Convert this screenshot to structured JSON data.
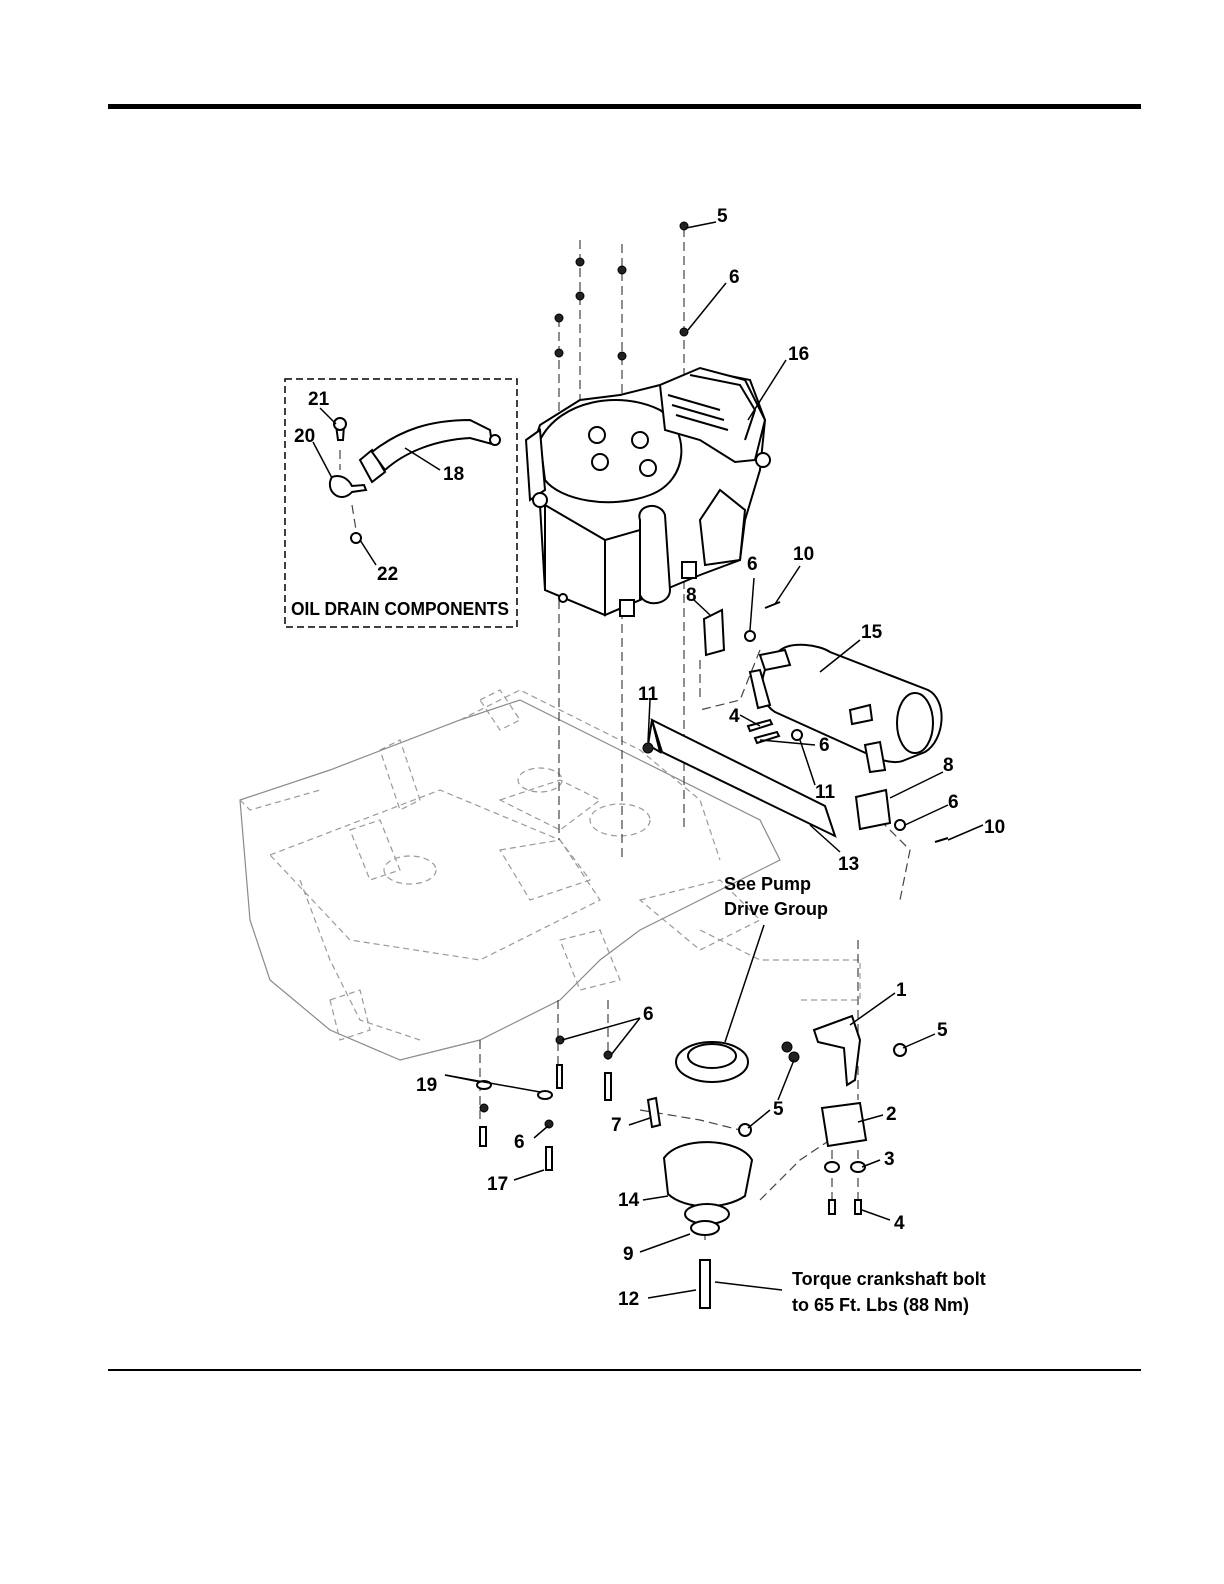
{
  "callouts": {
    "c5a": "5",
    "c6a": "6",
    "c16": "16",
    "c21": "21",
    "c20": "20",
    "c18": "18",
    "c22": "22",
    "c6b": "6",
    "c10a": "10",
    "c8a": "8",
    "c15": "15",
    "c11a": "11",
    "c4a": "4",
    "c6c": "6",
    "c11b": "11",
    "c8b": "8",
    "c6d": "6",
    "c10b": "10",
    "c13": "13",
    "c1": "1",
    "c5b": "5",
    "c6e": "6",
    "c19": "19",
    "c5c": "5",
    "c2": "2",
    "c6f": "6",
    "c7": "7",
    "c3": "3",
    "c17": "17",
    "c14": "14",
    "c4b": "4",
    "c9": "9",
    "c12": "12"
  },
  "notes": {
    "oil_drain": "OIL DRAIN COMPONENTS",
    "pump_line1": "See Pump",
    "pump_line2": "Drive Group",
    "torque_line1": "Torque crankshaft bolt",
    "torque_line2": "to 65 Ft. Lbs (88 Nm)"
  },
  "icons": {
    "engine": "engine-icon",
    "muffler": "muffler-icon",
    "pulley": "pulley-icon",
    "frame": "chassis-frame-icon"
  }
}
